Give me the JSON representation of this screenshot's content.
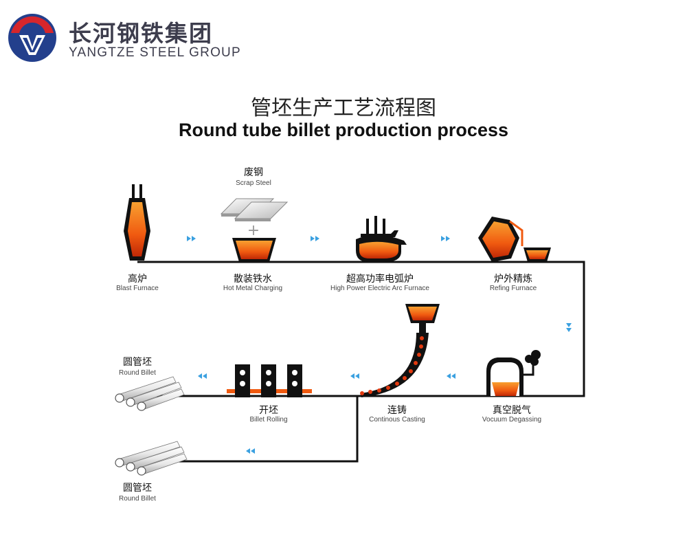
{
  "logo": {
    "cn": "长河钢铁集团",
    "en": "YANGTZE STEEL GROUP"
  },
  "title": {
    "cn": "管坯生产工艺流程图",
    "en": "Round tube billet production process"
  },
  "steps": {
    "scrap_steel": {
      "cn": "废钢",
      "en": "Scrap Steel"
    },
    "blast_furnace": {
      "cn": "高炉",
      "en": "Blast Furnace"
    },
    "hot_metal_charging": {
      "cn": "散装铁水",
      "en": "Hot Metal Charging"
    },
    "eaf": {
      "cn": "超高功率电弧炉",
      "en": "High Power Electric Arc Furnace"
    },
    "refining": {
      "cn": "炉外精炼",
      "en": "Refing Furnace"
    },
    "round_billet_1": {
      "cn": "圆管坯",
      "en": "Round Billet"
    },
    "billet_rolling": {
      "cn": "开坯",
      "en": "Billet Rolling"
    },
    "continuous_casting": {
      "cn": "连铸",
      "en": "Continous Casting"
    },
    "vacuum_degassing": {
      "cn": "真空脱气",
      "en": "Vocuum Degassing"
    },
    "round_billet_2": {
      "cn": "圆管坯",
      "en": "Round Billet"
    }
  },
  "plus_sign": "+",
  "colors": {
    "logo_red": "#d7262c",
    "logo_blue": "#233f8c",
    "molten": "#f25a10",
    "arrow_blue": "#3aa0e0",
    "line": "#111111"
  }
}
